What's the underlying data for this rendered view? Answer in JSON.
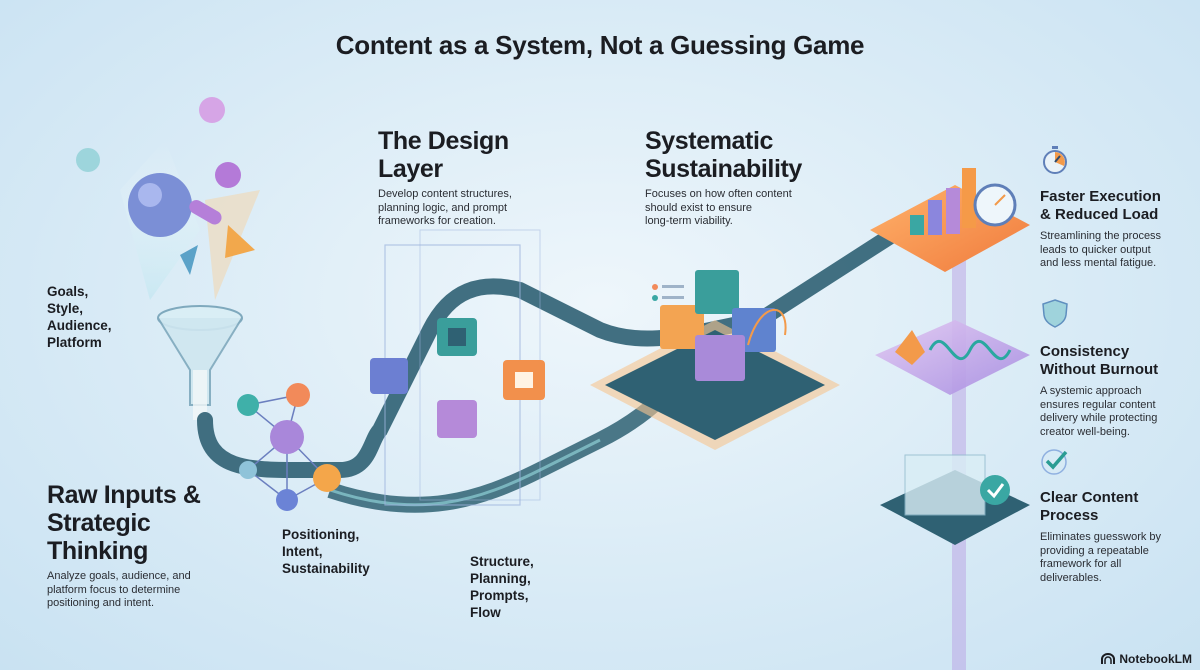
{
  "title": "Content as a System, Not a Guessing Game",
  "design_layer": {
    "heading": [
      "The Design",
      "Layer"
    ],
    "description": [
      "Develop content structures,",
      "planning logic, and prompt",
      "frameworks for creation."
    ]
  },
  "sustainability": {
    "heading": [
      "Systematic",
      "Sustainability"
    ],
    "description": [
      "Focuses on how often content",
      "should exist to ensure",
      "long-term viability."
    ]
  },
  "inputs_list": [
    "Goals,",
    "Style,",
    "Audience,",
    "Platform"
  ],
  "raw_inputs": {
    "heading": [
      "Raw Inputs &",
      "Strategic",
      "Thinking"
    ],
    "description": [
      "Analyze goals, audience, and",
      "platform focus to determine",
      "positioning and intent."
    ]
  },
  "positioning_list": [
    "Positioning,",
    "Intent,",
    "Sustainability"
  ],
  "structure_list": [
    "Structure,",
    "Planning,",
    "Prompts,",
    "Flow"
  ],
  "benefits": [
    {
      "icon": "stopwatch-icon",
      "heading": [
        "Faster Execution",
        "& Reduced Load"
      ],
      "description": [
        "Streamlining the process",
        "leads to quicker output",
        "and less mental fatigue."
      ]
    },
    {
      "icon": "shield-icon",
      "heading": [
        "Consistency",
        "Without Burnout"
      ],
      "description": [
        "A systemic approach",
        "ensures regular content",
        "delivery while protecting",
        "creator well-being."
      ]
    },
    {
      "icon": "checkmark-icon",
      "heading": [
        "Clear Content",
        "Process"
      ],
      "description": [
        "Eliminates guesswork by",
        "providing a repeatable",
        "framework for all",
        "deliverables."
      ]
    }
  ],
  "brand": "NotebookLM",
  "colors": {
    "track": "#2f6173",
    "orange": "#f39a4a",
    "purple": "#9a7fd6",
    "teal": "#3aa7a3",
    "blue": "#6a86d8"
  }
}
